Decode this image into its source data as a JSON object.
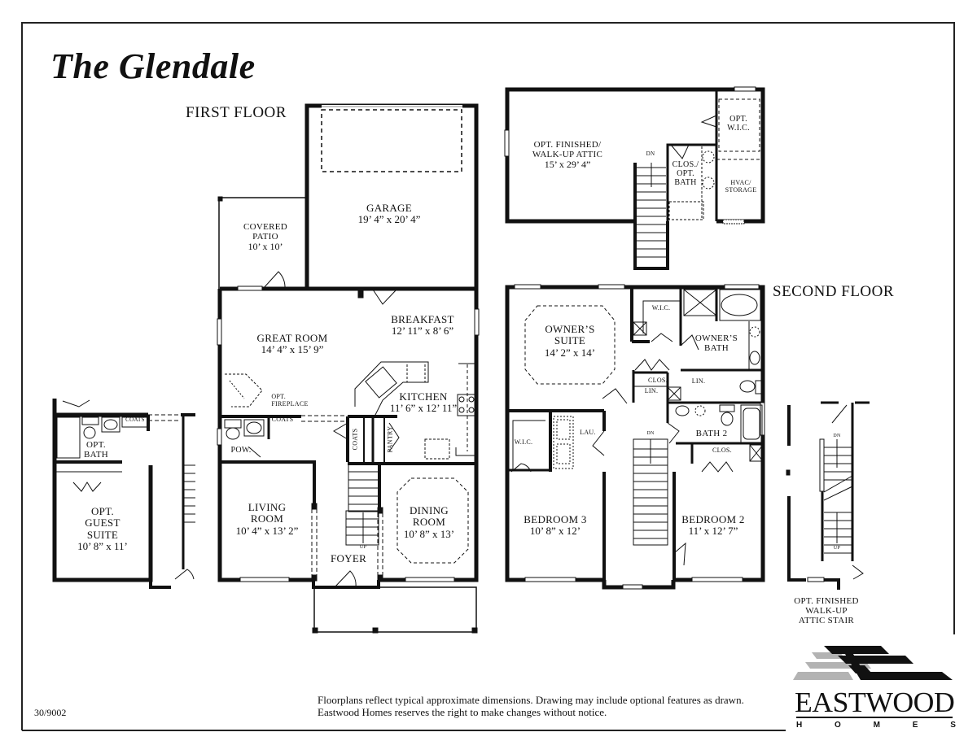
{
  "title": "The Glendale",
  "floors": {
    "first": "FIRST FLOOR",
    "second": "SECOND FLOOR"
  },
  "first_floor_rooms": {
    "garage": {
      "name": "GARAGE",
      "dim": "19’ 4” x 20’ 4”"
    },
    "covered_patio": {
      "name1": "COVERED",
      "name2": "PATIO",
      "dim": "10’ x 10’"
    },
    "great_room": {
      "name": "GREAT ROOM",
      "dim": "14’ 4” x 15’ 9”"
    },
    "breakfast": {
      "name": "BREAKFAST",
      "dim": "12’ 11” x 8’ 6”"
    },
    "kitchen": {
      "name": "KITCHEN",
      "dim": "11’ 6” x 12’ 11”"
    },
    "opt_fireplace": {
      "name1": "OPT.",
      "name2": "FIREPLACE"
    },
    "powder": {
      "name": "POW."
    },
    "coats1": {
      "name": "COATS"
    },
    "coats2": {
      "name": "COATS"
    },
    "pantry": {
      "name": "PANTRY"
    },
    "living_room": {
      "name1": "LIVING",
      "name2": "ROOM",
      "dim": "10’ 4” x 13’ 2”"
    },
    "dining_room": {
      "name1": "DINING",
      "name2": "ROOM",
      "dim": "10’ 8” x 13’"
    },
    "foyer": {
      "name": "FOYER"
    },
    "stair_up": {
      "name": "UP"
    }
  },
  "guest_option": {
    "opt_bath": {
      "name1": "OPT.",
      "name2": "BATH"
    },
    "coats": {
      "name": "COATS"
    },
    "guest_suite": {
      "name1": "OPT.",
      "name2": "GUEST",
      "name3": "SUITE",
      "dim": "10’ 8” x 11’"
    }
  },
  "attic": {
    "main": {
      "name1": "OPT. FINISHED/",
      "name2": "WALK-UP ATTIC",
      "dim": "15’ x 29’ 4”"
    },
    "dn": "DN",
    "clos_bath": {
      "name1": "CLOS./",
      "name2": "OPT.",
      "name3": "BATH"
    },
    "opt_wic": {
      "name1": "OPT.",
      "name2": "W.I.C."
    },
    "hvac": {
      "name1": "HVAC/",
      "name2": "STORAGE"
    }
  },
  "second_floor_rooms": {
    "owners_suite": {
      "name1": "OWNER’S",
      "name2": "SUITE",
      "dim": "14’ 2” x 14’"
    },
    "wic_owner": {
      "name": "W.I.C."
    },
    "owners_bath": {
      "name1": "OWNER’S",
      "name2": "BATH"
    },
    "clos": {
      "name": "CLOS."
    },
    "lin1": {
      "name": "LIN."
    },
    "lin2": {
      "name": "LIN."
    },
    "wic_bed3": {
      "name": "W.I.C."
    },
    "lau": {
      "name": "LAU."
    },
    "dn": "DN",
    "bath2": {
      "name": "BATH 2"
    },
    "clos2": {
      "name": "CLOS."
    },
    "bedroom3": {
      "name": "BEDROOM 3",
      "dim": "10’ 8” x 12’"
    },
    "bedroom2": {
      "name": "BEDROOM 2",
      "dim": "11’ x 12’ 7”"
    }
  },
  "attic_stair_option": {
    "dn": "DN",
    "up": "UP",
    "label1": "OPT. FINISHED",
    "label2": "WALK-UP",
    "label3": "ATTIC STAIR"
  },
  "footer": {
    "code": "30/9002",
    "disclaimer_line1": "Floorplans reflect typical approximate dimensions. Drawing may include optional features as drawn.",
    "disclaimer_line2": "Eastwood Homes reserves the right to make changes without notice."
  },
  "logo": {
    "word": "EASTWOOD",
    "sub": [
      "H",
      "O",
      "M",
      "E",
      "S"
    ],
    "colors": {
      "dark": "#111111",
      "gray": "#b3b3b3"
    }
  }
}
